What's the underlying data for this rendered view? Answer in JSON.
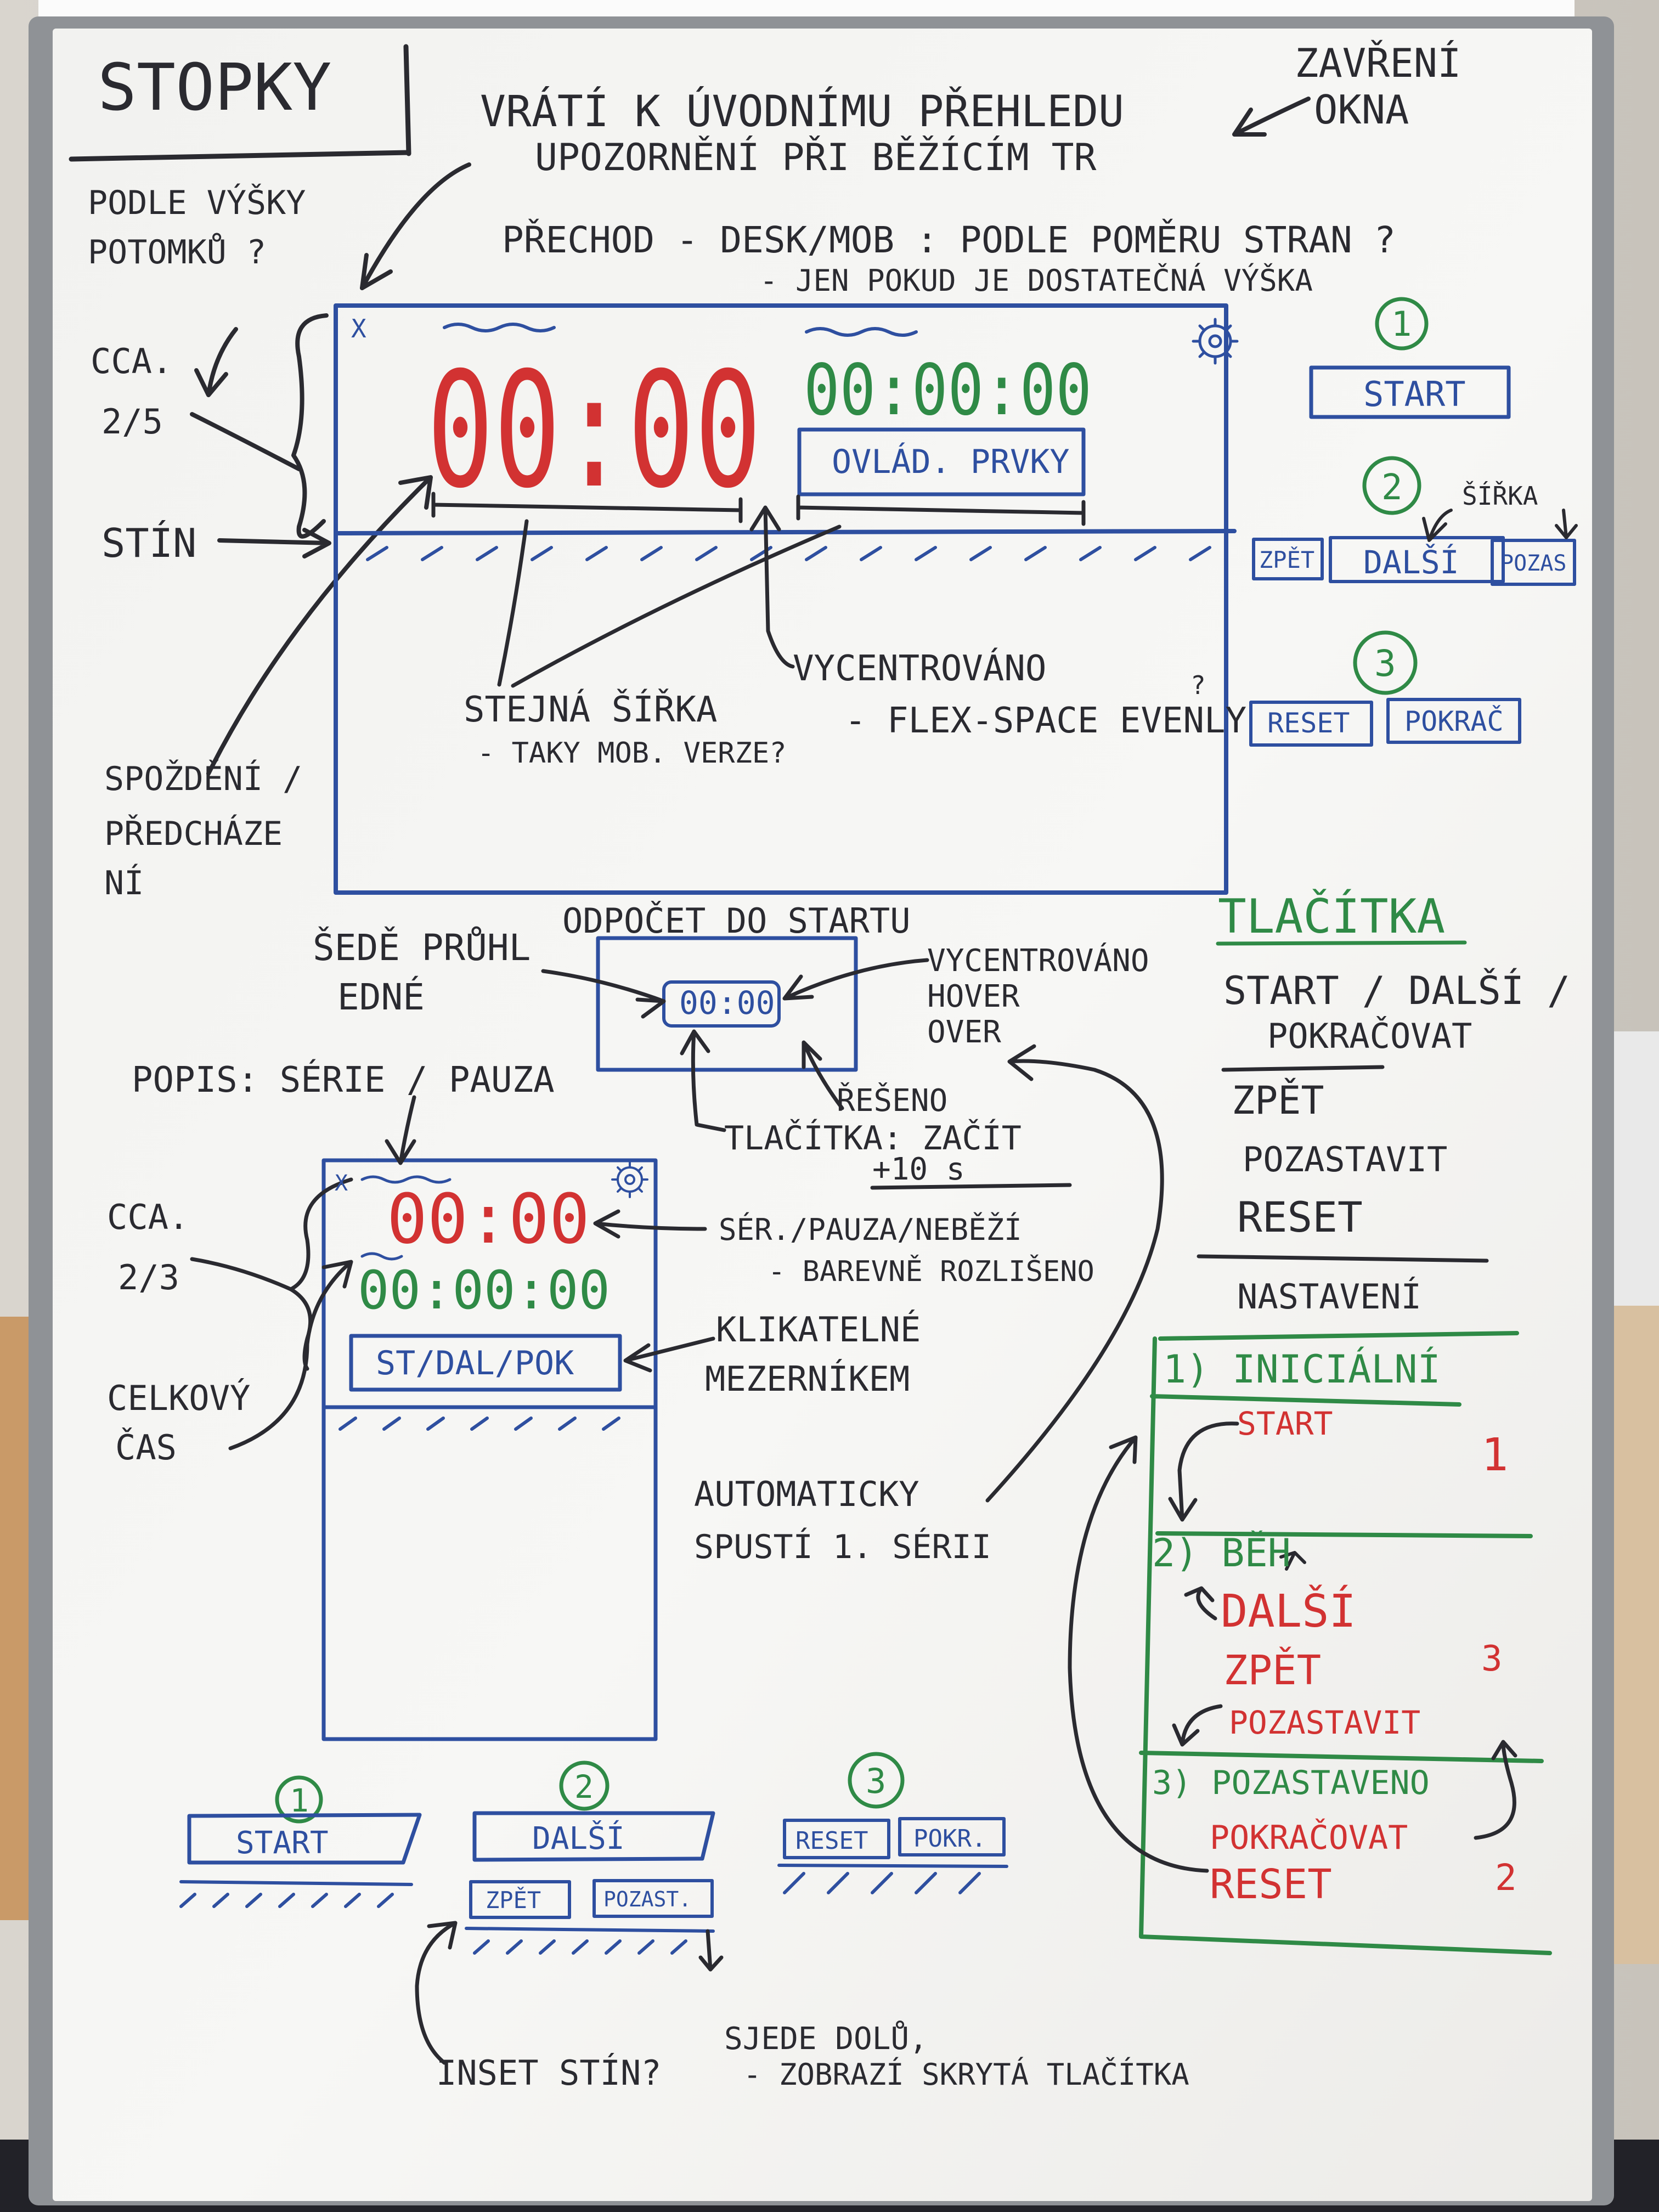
{
  "board": {
    "title": "STOPKY",
    "colors": {
      "black": "#2a2a30",
      "blue": "#2e4fa0",
      "green": "#2f8a46",
      "red": "#d23232",
      "frame": "#8f9296",
      "board": "#f4f4f2"
    }
  },
  "notes": {
    "top1": "VRÁTÍ K ÚVODNÍMU PŘEHLEDU",
    "top2": "UPOZORNĚNÍ PŘI BĚŽÍCÍM TR",
    "close1": "ZAVŘENÍ",
    "close2": "OKNA",
    "transition1": "PŘECHOD - DESK/MOB : PODLE POMĚRU STRAN ?",
    "transition2": "- JEN POKUD JE DOSTATEČNÁ VÝŠKA",
    "byheight1": "PODLE VÝŠKY",
    "byheight2": "POTOMKŮ ?",
    "cca1a": "CCA.",
    "cca1b": "2/5",
    "shadow": "STÍN",
    "samewidth1": "STEJNÁ ŠÍŘKA",
    "samewidth2": "- TAKY MOB. VERZE?",
    "centered1": "VYCENTROVÁNO",
    "centered2": "- FLEX-SPACE EVENLY",
    "centered2q": "?",
    "dim1": "SPOŽDĚNÍ /",
    "dim2": "PŘEDCHÁZE",
    "dim3": "NÍ",
    "countdown_title": "ODPOČET DO STARTU",
    "gray1": "ŠEDĚ PRŮHL",
    "gray2": "EDNÉ",
    "centered_hover1": "VYCENTROVÁNO",
    "centered_hover2": "HOVER",
    "centered_hover3": "OVER",
    "solved": "ŘEŠENO",
    "buttons_note": "TLAČÍTKA: ZAČÍT",
    "plus10": "+10 s",
    "desc_label": "POPIS: SÉRIE / PAUZA",
    "cca2a": "CCA.",
    "cca2b": "2/3",
    "total1": "CELKOVÝ",
    "total2": "ČAS",
    "ser1": "SÉR./PAUZA/NEBĚŽÍ",
    "ser2": "- BAREVNĚ ROZLIŠENO",
    "click1": "KLIKATELNÉ",
    "click2": "MEZERNÍKEM",
    "auto1": "AUTOMATICKY",
    "auto2": "SPUSTÍ 1. SÉRII",
    "inset": "INSET STÍN?",
    "slide1": "SJEDE DOLŮ,",
    "slide2": "- ZOBRAZÍ SKRYTÁ TLAČÍTKA",
    "width_note": "ŠÍŘKA"
  },
  "desktop": {
    "close": "X",
    "timer_main": "00:00",
    "timer_total": "00:00:00",
    "controls": "OVLÁD. PRVKY"
  },
  "countdown": {
    "value": "00:00"
  },
  "mobile": {
    "close": "X",
    "timer_main": "00:00",
    "timer_total": "00:00:00",
    "button": "ST/DAL/POK"
  },
  "states_right": {
    "s1": {
      "num": "1",
      "start": "START"
    },
    "s2": {
      "num": "2",
      "back": "ZPĚT",
      "next": "DALŠÍ",
      "pause": "POZAS"
    },
    "s3": {
      "num": "3",
      "reset": "RESET",
      "resume": "POKRAČ"
    }
  },
  "states_bottom": {
    "s1": {
      "num": "1",
      "start": "START"
    },
    "s2": {
      "num": "2",
      "next": "DALŠÍ",
      "back": "ZPĚT",
      "pause": "POZAST."
    },
    "s3": {
      "num": "3",
      "reset": "RESET",
      "resume": "POKR."
    }
  },
  "buttons_list": {
    "title": "TLAČÍTKA",
    "items": [
      "START / DALŠÍ /",
      "POKRAČOVAT",
      "ZPĚT",
      "POZASTAVIT",
      "RESET",
      "NASTAVENÍ"
    ]
  },
  "state_machine": {
    "states": [
      {
        "label": "1) INICIÁLNÍ",
        "actions": [
          "START"
        ],
        "count": "1"
      },
      {
        "label": "2) BĚH",
        "actions": [
          "DALŠÍ",
          "ZPĚT",
          "POZASTAVIT"
        ],
        "count": "3"
      },
      {
        "label": "3) POZASTAVENO",
        "actions": [
          "POKRAČOVAT",
          "RESET"
        ],
        "count": "2"
      }
    ]
  }
}
